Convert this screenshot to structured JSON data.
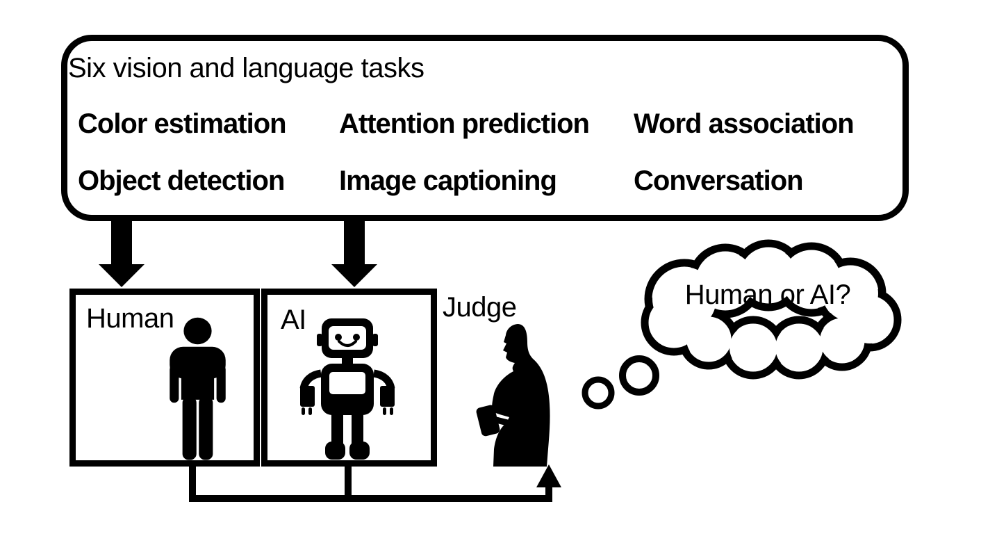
{
  "palette": {
    "ink": "#000000",
    "paper": "#ffffff"
  },
  "tasks_panel": {
    "title": "Six vision and language tasks",
    "tasks": [
      "Color estimation",
      "Attention prediction",
      "Word association",
      "Object detection",
      "Image captioning",
      "Conversation"
    ]
  },
  "players": {
    "human_label": "Human",
    "ai_label": "AI"
  },
  "judge": {
    "label": "Judge",
    "thought": "Human or AI?"
  },
  "icons": {
    "person": "person-silhouette",
    "robot": "smiling-robot",
    "judge": "judge-with-gavel",
    "thought_bubble": "thought-cloud",
    "task_arrows": "down-arrow",
    "feedback_arrow": "responses-to-judge-arrow"
  }
}
